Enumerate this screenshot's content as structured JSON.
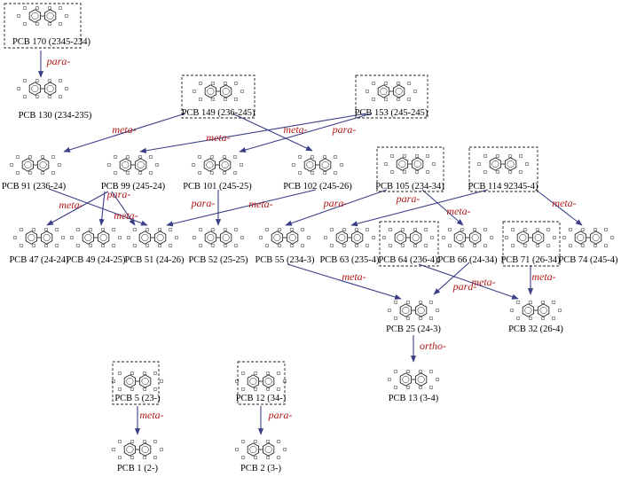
{
  "nodes": [
    {
      "id": "n170",
      "label": "PCB 170 (2345-234)",
      "boxed": true
    },
    {
      "id": "n130",
      "label": "PCB 130 (234-235)",
      "boxed": false
    },
    {
      "id": "n149",
      "label": "PCB 149 (236-245)",
      "boxed": true
    },
    {
      "id": "n153",
      "label": "PCB 153 (245-245)",
      "boxed": true
    },
    {
      "id": "n91",
      "label": "PCB 91 (236-24)",
      "boxed": false
    },
    {
      "id": "n99",
      "label": "PCB 99 (245-24)",
      "boxed": false
    },
    {
      "id": "n101",
      "label": "PCB 101 (245-25)",
      "boxed": false
    },
    {
      "id": "n102",
      "label": "PCB 102 (245-26)",
      "boxed": false
    },
    {
      "id": "n105",
      "label": "PCB 105 (234-34)",
      "boxed": true
    },
    {
      "id": "n114",
      "label": "PCB 114 92345-4)",
      "boxed": true
    },
    {
      "id": "n47",
      "label": "PCB 47 (24-24)",
      "boxed": false
    },
    {
      "id": "n49",
      "label": "PCB 49 (24-25)",
      "boxed": false
    },
    {
      "id": "n51",
      "label": "PCB 51 (24-26)",
      "boxed": false
    },
    {
      "id": "n52",
      "label": "PCB 52 (25-25)",
      "boxed": false
    },
    {
      "id": "n55",
      "label": "PCB 55 (234-3)",
      "boxed": false
    },
    {
      "id": "n63",
      "label": "PCB 63 (235-4)",
      "boxed": false
    },
    {
      "id": "n64",
      "label": "PCB 64 (236-4)",
      "boxed": true
    },
    {
      "id": "n66",
      "label": "PCB 66 (24-34)",
      "boxed": false
    },
    {
      "id": "n71",
      "label": "PCB 71 (26-34)",
      "boxed": true
    },
    {
      "id": "n74",
      "label": "PCB 74 (245-4)",
      "boxed": false
    },
    {
      "id": "n25",
      "label": "PCB 25 (24-3)",
      "boxed": false
    },
    {
      "id": "n32",
      "label": "PCB 32 (26-4)",
      "boxed": false
    },
    {
      "id": "n13",
      "label": "PCB 13 (3-4)",
      "boxed": false
    },
    {
      "id": "n5",
      "label": "PCB 5 (23-)",
      "boxed": true
    },
    {
      "id": "n12",
      "label": "PCB 12 (34-)",
      "boxed": true
    },
    {
      "id": "n1",
      "label": "PCB 1 (2-)",
      "boxed": false
    },
    {
      "id": "n2",
      "label": "PCB 2 (3-)",
      "boxed": false
    }
  ],
  "edges": [
    {
      "from": "n170",
      "to": "n130",
      "label": "para-"
    },
    {
      "from": "n149",
      "to": "n91",
      "label": "meta-"
    },
    {
      "from": "n149",
      "to": "n102",
      "label": "meta-"
    },
    {
      "from": "n153",
      "to": "n99",
      "label": "meta-"
    },
    {
      "from": "n153",
      "to": "n101",
      "label": "para-"
    },
    {
      "from": "n91",
      "to": "n51",
      "label": ""
    },
    {
      "from": "n99",
      "to": "n47",
      "label": "meta-"
    },
    {
      "from": "n99",
      "to": "n49",
      "label": "para-"
    },
    {
      "from": "n99",
      "to": "n51",
      "label": "meta-"
    },
    {
      "from": "n101",
      "to": "n52",
      "label": "para-"
    },
    {
      "from": "n102",
      "to": "n51",
      "label": "meta-"
    },
    {
      "from": "n105",
      "to": "n55",
      "label": "para-"
    },
    {
      "from": "n105",
      "to": "n66",
      "label": "meta-"
    },
    {
      "from": "n114",
      "to": "n63",
      "label": "para-"
    },
    {
      "from": "n114",
      "to": "n74",
      "label": "meta-"
    },
    {
      "from": "n55",
      "to": "n25",
      "label": "meta-"
    },
    {
      "from": "n66",
      "to": "n25",
      "label": "para-"
    },
    {
      "from": "n64",
      "to": "n32",
      "label": "meta-"
    },
    {
      "from": "n71",
      "to": "n32",
      "label": "meta-"
    },
    {
      "from": "n25",
      "to": "n13",
      "label": "ortho-"
    },
    {
      "from": "n5",
      "to": "n1",
      "label": "meta-"
    },
    {
      "from": "n12",
      "to": "n2",
      "label": "para-"
    }
  ],
  "icons": {
    "molecule": "biphenyl-structure-icon",
    "atom_label": "Cl"
  }
}
